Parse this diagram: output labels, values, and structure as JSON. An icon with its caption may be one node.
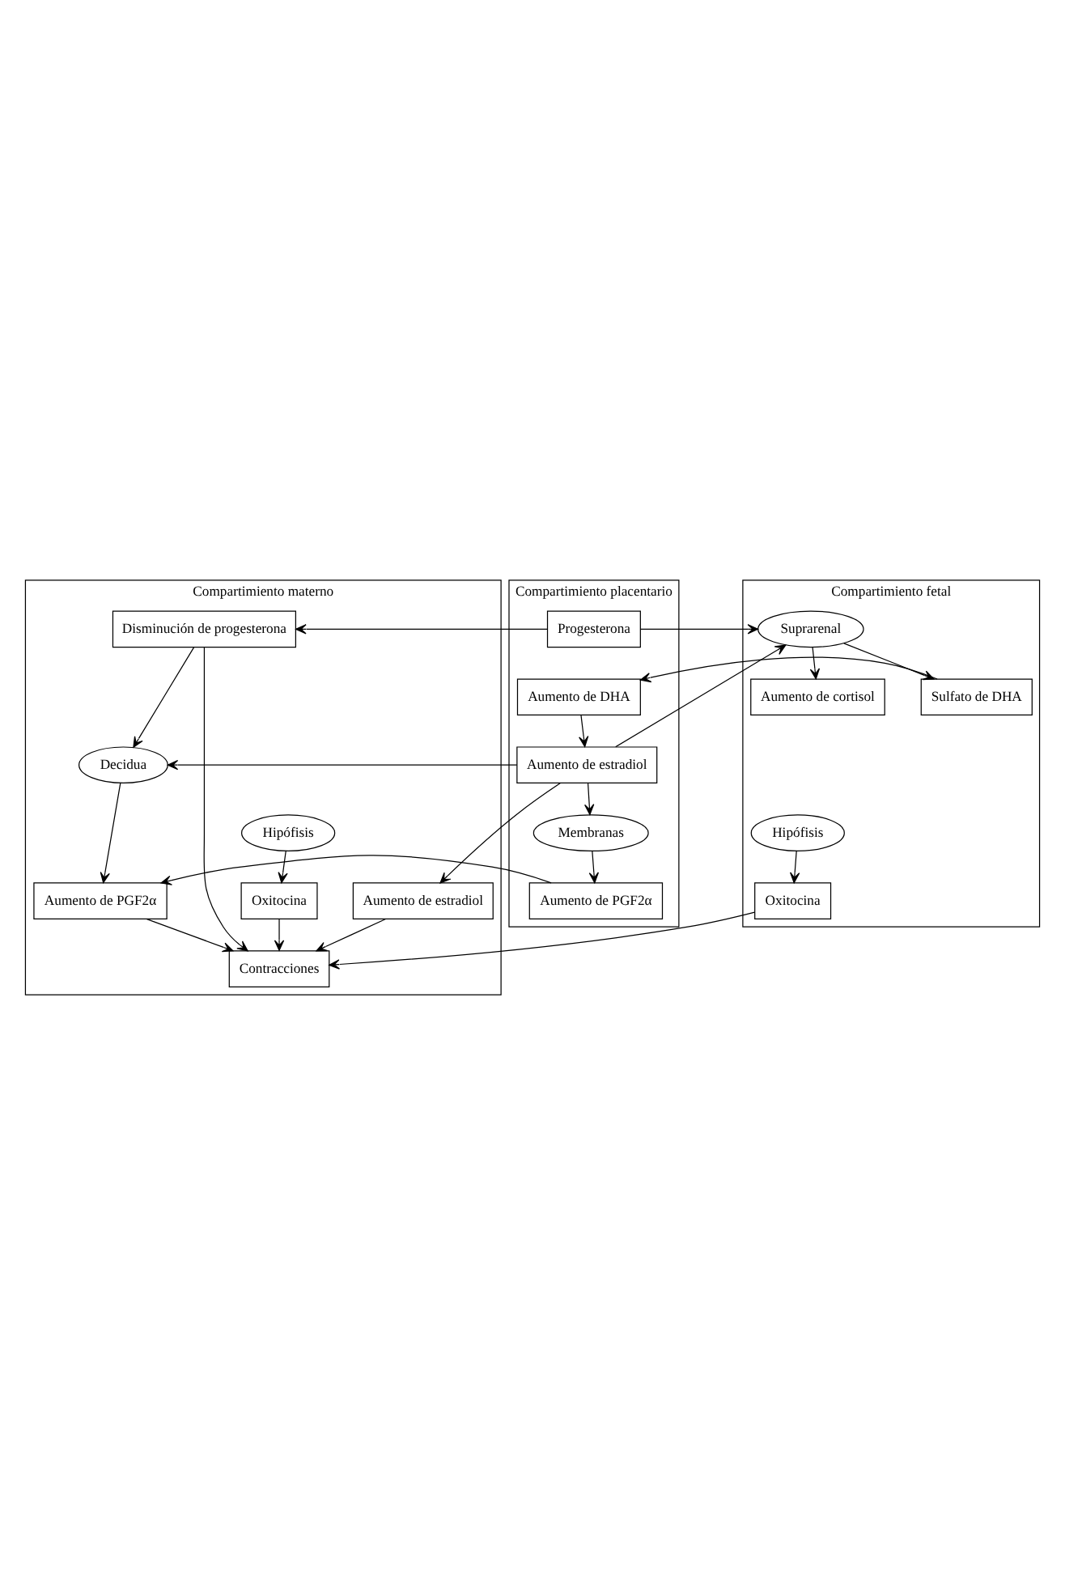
{
  "diagram": {
    "nodes": [
      {
        "text": [
          "Compartimiento fetal"
        ]
      },
      {
        "text": [
          "Hipófisis"
        ],
        "in": 0
      },
      {
        "text": [
          "Oxitocina"
        ],
        "in": 0
      },
      {
        "text": [
          "Suprarenal"
        ],
        "in": 0
      },
      {
        "text": [
          "Aumento de cortisol"
        ],
        "in": 0
      },
      {
        "text": [
          "Sulfato de DHA"
        ],
        "in": 0
      },
      {
        "text": [
          "Compartimiento placentario"
        ]
      },
      {
        "text": [
          "Progesterona"
        ],
        "in": 6
      },
      {
        "text": [
          "Aumento de DHA"
        ],
        "in": 6
      },
      {
        "text": [
          "Aumento de estradiol"
        ],
        "in": 6
      },
      {
        "text": [
          "Membranas"
        ],
        "in": 6
      },
      {
        "text": [
          "Aumento de PGF2α"
        ],
        "in": 6
      },
      {
        "text": [
          "Compartimiento materno"
        ]
      },
      {
        "text": [
          "Hipófisis"
        ],
        "in": 12
      },
      {
        "text": [
          "Oxitocina"
        ],
        "in": 12
      },
      {
        "text": [
          "Disminución de progesterona"
        ],
        "in": 12
      },
      {
        "text": [
          "Decidua"
        ],
        "in": 12
      },
      {
        "text": [
          "Aumento de PGF2α"
        ],
        "in": 12
      },
      {
        "text": [
          "Contracciones"
        ],
        "in": 12
      },
      {
        "text": [
          "Aumento de estradiol"
        ],
        "in": 12
      }
    ],
    "edges": [
      {
        "from": 1,
        "to": 2,
        "arrow": "to"
      },
      {
        "from": 13,
        "to": 14,
        "arrow": "to"
      },
      {
        "from": 7,
        "to": 3,
        "arrow": "to"
      },
      {
        "from": 7,
        "to": 15,
        "arrow": "to"
      },
      {
        "from": 3,
        "to": 4,
        "arrow": "to"
      },
      {
        "from": 3,
        "to": 5,
        "arrow": "to"
      },
      {
        "from": 9,
        "to": 3,
        "arrow": "to"
      },
      {
        "from": 5,
        "to": 8,
        "arrow": "to"
      },
      {
        "from": 8,
        "to": 9,
        "arrow": "to"
      },
      {
        "from": 9,
        "to": 16,
        "arrow": "to"
      },
      {
        "from": 9,
        "to": 10,
        "arrow": "to"
      },
      {
        "from": 15,
        "to": 16,
        "arrow": "to"
      },
      {
        "from": 10,
        "to": 11,
        "arrow": "to"
      },
      {
        "from": 11,
        "to": 17,
        "arrow": "to"
      },
      {
        "from": 16,
        "to": 17,
        "arrow": "to"
      },
      {
        "from": 17,
        "to": 18,
        "arrow": "to"
      },
      {
        "from": 2,
        "to": 18,
        "arrow": "to"
      },
      {
        "from": 15,
        "to": 18,
        "arrow": "to"
      },
      {
        "from": 14,
        "to": 18,
        "arrow": "to"
      },
      {
        "from": 9,
        "to": 19,
        "arrow": "to"
      },
      {
        "from": 19,
        "to": 18,
        "arrow": "to"
      }
    ]
  }
}
